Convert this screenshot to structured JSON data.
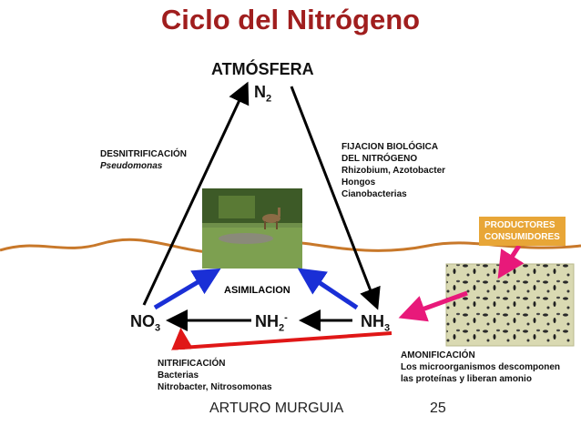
{
  "title": "Ciclo del Nitrógeno",
  "atmosphere": {
    "label": "ATMÓSFERA",
    "molecule": "N",
    "subscript": "2"
  },
  "nodes": {
    "no3": {
      "main": "NO",
      "sub": "3"
    },
    "nh2": {
      "main": "NH",
      "sub": "2",
      "sup": "-"
    },
    "nh3": {
      "main": "NH",
      "sub": "3"
    }
  },
  "asimilacion": "ASIMILACION",
  "desnitrificacion": {
    "title": "DESNITRIFICACIÓN",
    "organism": "Pseudomonas"
  },
  "fijacion": {
    "lines": [
      "FIJACION BIOLÓGICA",
      "DEL NITRÓGENO",
      "Rhizobium, Azotobacter",
      "Hongos",
      "Cianobacterias"
    ]
  },
  "productores": {
    "lines": [
      "PRODUCTORES",
      "CONSUMIDORES"
    ]
  },
  "nitrificacion": {
    "lines": [
      "NITRIFICACIÓN",
      "Bacterias",
      "Nitrobacter, Nitrosomonas"
    ]
  },
  "amonificacion": {
    "lines": [
      "AMONIFICACIÓN",
      "Los microorganismos descomponen",
      "las proteínas y liberan amonio"
    ]
  },
  "footer": {
    "author": "ARTURO MURGUIA",
    "page": "25"
  },
  "colors": {
    "title": "#a01e1e",
    "ground": "#c8782a",
    "blue_arrow": "#1a2fd6",
    "red_arrow": "#e01717",
    "pink_arrow": "#e8197a",
    "badge": "#e8a637"
  }
}
